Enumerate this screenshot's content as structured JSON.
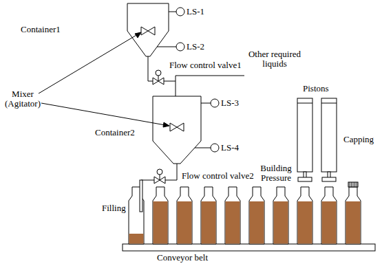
{
  "diagram": {
    "labels": [
      "LS-1",
      "Container1",
      "LS-2",
      "Mixer (Agitator)",
      "Flow control valve1",
      "Other required liquids",
      "LS-3",
      "Container2",
      "LS-4",
      "Flow control valve2",
      "Filling",
      "Building Pressure",
      "Pistons",
      "Capping",
      "Conveyor belt"
    ]
  }
}
